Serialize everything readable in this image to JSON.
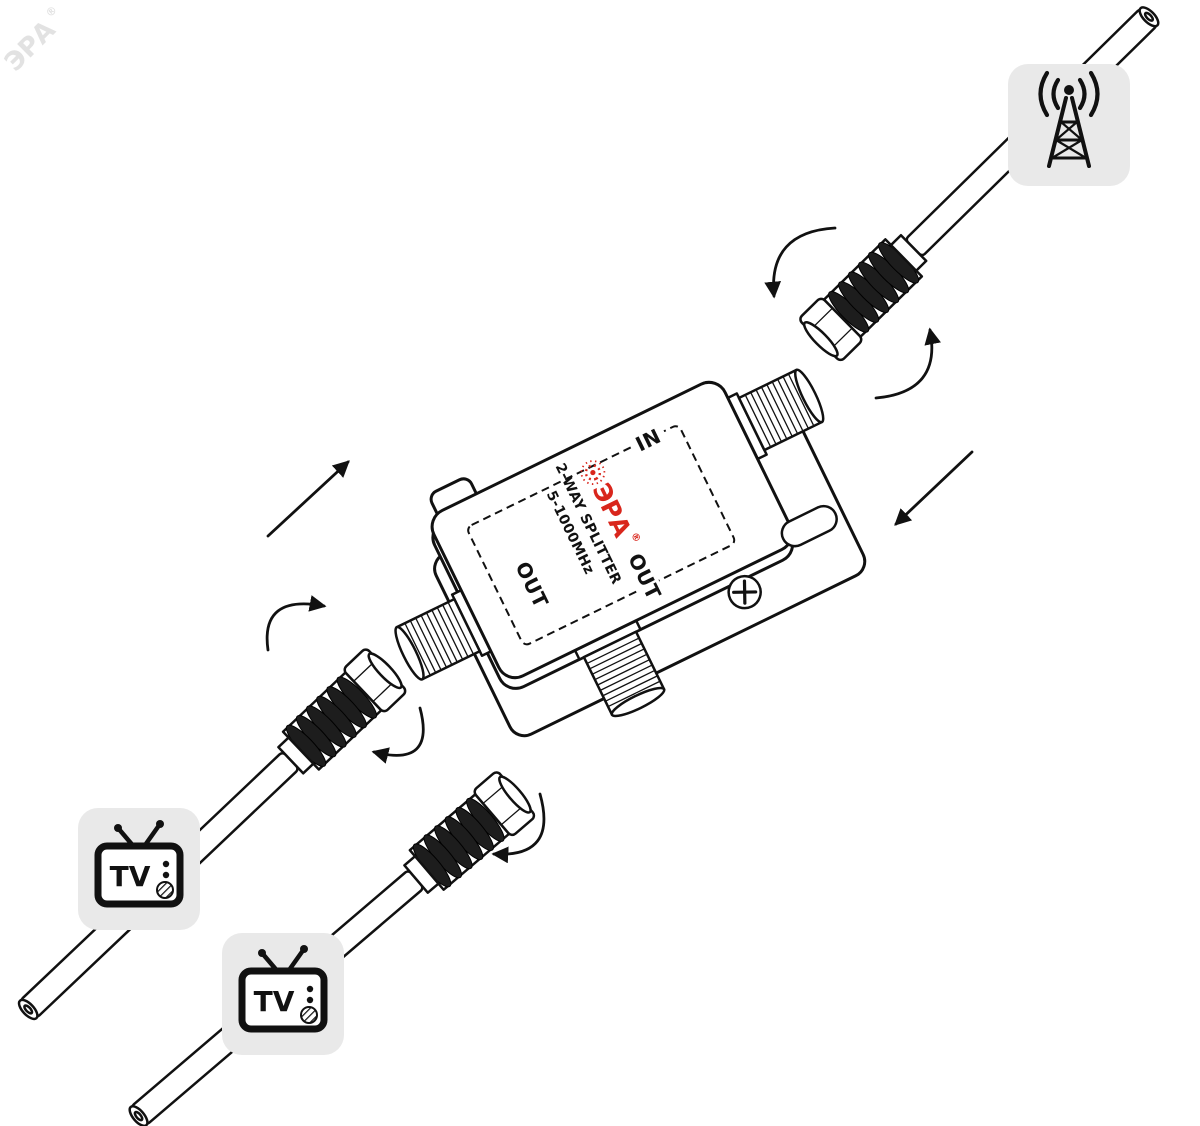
{
  "watermark": {
    "text": "ЭРА",
    "reg": "®"
  },
  "splitter": {
    "label_in": "IN",
    "label_out_left": "OUT",
    "label_out_bottom": "OUT",
    "brand": {
      "name": "ЭРА",
      "reg": "®",
      "type_line": "2-WAY SPLITTER",
      "freq_line": "5-1000MHz"
    }
  },
  "endpoints": {
    "antenna_icon": "broadcast-tower-icon",
    "tv1_label": "TV",
    "tv2_label": "TV"
  },
  "colors": {
    "brand_red": "#d9261c",
    "icon_bg": "#e9e9e9",
    "line": "#111111",
    "background": "#ffffff"
  }
}
